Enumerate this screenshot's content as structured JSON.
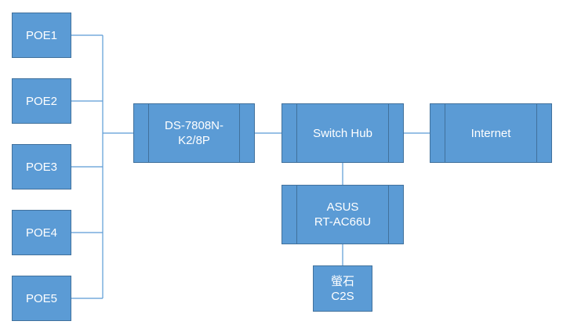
{
  "diagram": {
    "line_color": "#5b9bd5",
    "box_fill": "#5b9bd5",
    "box_border": "#41719c",
    "nodes": [
      {
        "id": "poe1",
        "label": "POE1"
      },
      {
        "id": "poe2",
        "label": "POE2"
      },
      {
        "id": "poe3",
        "label": "POE3"
      },
      {
        "id": "poe4",
        "label": "POE4"
      },
      {
        "id": "poe5",
        "label": "POE5"
      },
      {
        "id": "nvr",
        "label": "DS-7808N-\nK2/8P"
      },
      {
        "id": "switch",
        "label": "Switch Hub"
      },
      {
        "id": "internet",
        "label": "Internet"
      },
      {
        "id": "router",
        "label": "ASUS\nRT-AC66U"
      },
      {
        "id": "camera",
        "label": "螢石\nC2S"
      }
    ],
    "edges": [
      {
        "from": "poe1",
        "to": "nvr"
      },
      {
        "from": "poe2",
        "to": "nvr"
      },
      {
        "from": "poe3",
        "to": "nvr"
      },
      {
        "from": "poe4",
        "to": "nvr"
      },
      {
        "from": "poe5",
        "to": "nvr"
      },
      {
        "from": "nvr",
        "to": "switch"
      },
      {
        "from": "switch",
        "to": "internet"
      },
      {
        "from": "switch",
        "to": "router"
      },
      {
        "from": "router",
        "to": "camera"
      }
    ]
  }
}
